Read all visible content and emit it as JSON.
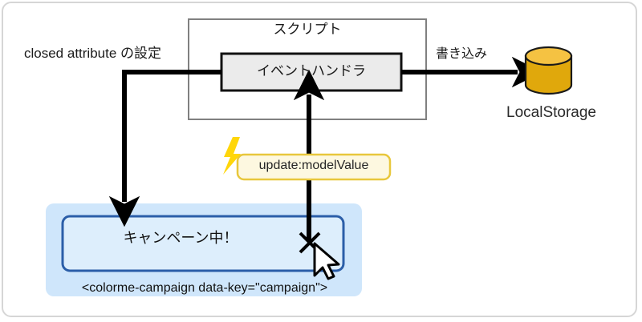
{
  "diagram": {
    "title_label": "スクリプト",
    "event_handler_label": "イベントハンドラ",
    "closed_attribute_label": "closed attribute の設定",
    "write_label": "書き込み",
    "localstorage_label": "LocalStorage",
    "update_event_label": "update:modelValue",
    "campaign_text": "キャンペーン中！",
    "custom_element_tag": "<colorme-campaign data-key=\"campaign\">",
    "icons": {
      "lightning": "lightning-bolt-icon",
      "cursor": "mouse-cursor-icon",
      "close": "close-x-icon",
      "database": "database-cylinder-icon"
    },
    "colors": {
      "frame_border": "#d6d6d6",
      "script_box_border": "#808080",
      "event_handler_fill": "#ebebeb",
      "event_handler_border": "#111111",
      "arrow": "#000000",
      "db_top": "#f5c242",
      "db_body": "#e0a80c",
      "db_outline": "#1a1a1a",
      "panel_fill": "#cfe6fb",
      "inner_box_fill": "#ddeefc",
      "inner_box_border": "#2b5ea8",
      "badge_fill": "#fdf8e0",
      "badge_border": "#e8c73c",
      "bolt_fill": "#ffd60a",
      "cursor_fill": "#ffffff",
      "cursor_outline": "#000000"
    }
  }
}
